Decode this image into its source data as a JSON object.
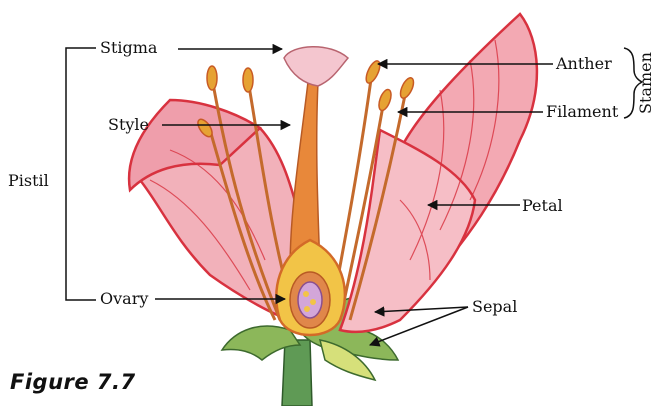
{
  "labels": {
    "stigma": "Stigma",
    "style": "Style",
    "pistil": "Pistil",
    "ovary": "Ovary",
    "anther": "Anther",
    "filament": "Filament",
    "stamen": "Stamen",
    "petal": "Petal",
    "sepal": "Sepal"
  },
  "caption": "Figure 7.7",
  "colors": {
    "petal": "#f3a9b3",
    "petal_edge": "#d8323f",
    "stigma": "#f4c6cf",
    "style": "#e8883a",
    "anther": "#e6a233",
    "ovary": "#f2c447",
    "sepal": "#8cb75a",
    "stalk": "#5f9a55"
  }
}
